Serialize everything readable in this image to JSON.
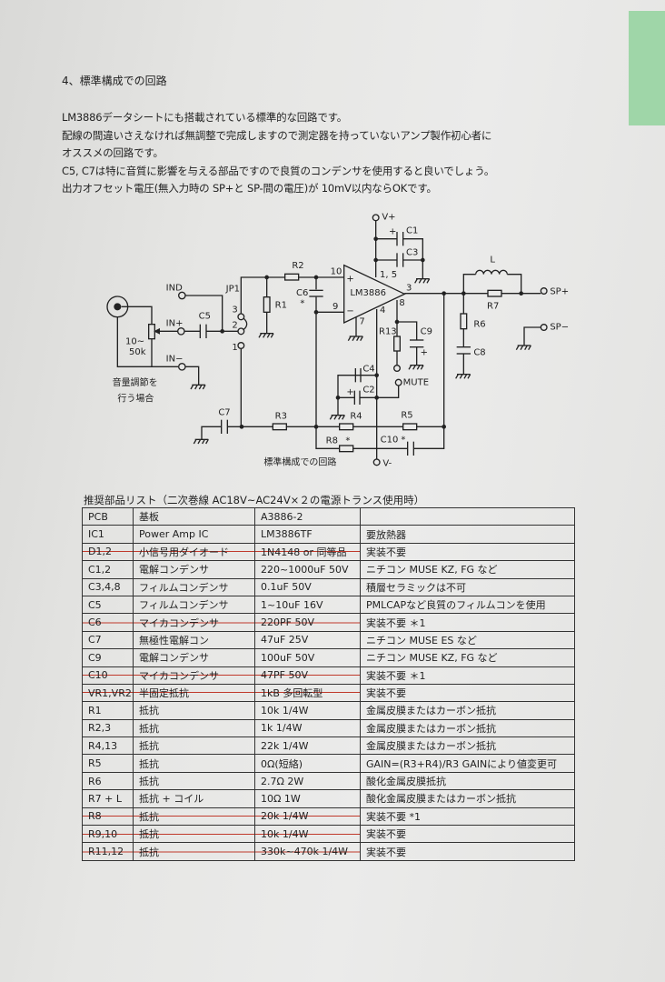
{
  "heading": "4、標準構成での回路",
  "paragraphs": [
    "LM3886データシートにも搭載されている標準的な回路です。",
    "配線の間違いさえなければ無調整で完成しますので測定器を持っていないアンプ製作初心者に",
    "オススメの回路です。",
    "C5, C7は特に音質に影響を与える部品ですので良質のコンデンサを使用すると良いでしょう。",
    "出力オフセット電圧(無入力時の SP+と SP-間の電圧)が 10mV以内ならOKです。"
  ],
  "schematic": {
    "caption": "標準構成での回路",
    "labels": {
      "vplus": "V+",
      "vminus": "V-",
      "c1": "C1",
      "c3": "C3",
      "pins15": "1, 5",
      "r2": "R2",
      "pin10": "10",
      "c6": "C6",
      "c6star": "*",
      "ic": "LM3886",
      "pin3": "3",
      "pin9": "9",
      "pin8": "8",
      "pin4": "4",
      "pin7": "7",
      "plus": "+",
      "minus": "−",
      "ind": "IND",
      "jp1": "JP1",
      "jp3": "3",
      "jp2": "2",
      "jp1pin": "1",
      "r1": "R1",
      "inplus": "IN+",
      "c5": "C5",
      "inminus": "IN−",
      "pot1": "10~",
      "pot2": "50k",
      "vol1": "音量調節を",
      "vol2": "行う場合",
      "r13": "R13",
      "c9": "C9",
      "c9plus": "+",
      "c4": "C4",
      "c2": "C2",
      "c2plus": "+",
      "mute": "MUTE",
      "c7": "C7",
      "r3": "R3",
      "r4": "R4",
      "r5": "R5",
      "r8": "R8",
      "r8star": "*",
      "c10": "C10",
      "c10star": "*",
      "l": "L",
      "r7": "R7",
      "r6": "R6",
      "c8": "C8",
      "spplus": "SP+",
      "spminus": "SP−",
      "c1plus": "+"
    }
  },
  "parts_list": {
    "caption": "推奨部品リスト（二次巻線 AC18V~AC24V×２の電源トランス使用時）",
    "rows": [
      {
        "ref": "PCB",
        "type": "基板",
        "value": "A3886-2",
        "note": "",
        "struck": false
      },
      {
        "ref": "IC1",
        "type": "Power Amp IC",
        "value": "LM3886TF",
        "note": "要放熱器",
        "struck": false
      },
      {
        "ref": "D1,2",
        "type": "小信号用ダイオード",
        "value": "1N4148 or 同等品",
        "note": "実装不要",
        "struck": true
      },
      {
        "ref": "C1,2",
        "type": "電解コンデンサ",
        "value": "220~1000uF 50V",
        "note": "ニチコン MUSE KZ, FG など",
        "struck": false
      },
      {
        "ref": "C3,4,8",
        "type": "フィルムコンデンサ",
        "value": "0.1uF 50V",
        "note": "積層セラミックは不可",
        "struck": false
      },
      {
        "ref": "C5",
        "type": "フィルムコンデンサ",
        "value": "1~10uF 16V",
        "note": "PMLCAPなど良質のフィルムコンを使用",
        "struck": false
      },
      {
        "ref": "C6",
        "type": "マイカコンデンサ",
        "value": "220PF 50V",
        "note": "実装不要 ＊1",
        "struck": true
      },
      {
        "ref": "C7",
        "type": "無極性電解コン",
        "value": "47uF 25V",
        "note": "ニチコン MUSE ES など",
        "struck": false
      },
      {
        "ref": "C9",
        "type": "電解コンデンサ",
        "value": "100uF 50V",
        "note": "ニチコン MUSE KZ, FG など",
        "struck": false
      },
      {
        "ref": "C10",
        "type": "マイカコンデンサ",
        "value": "47PF 50V",
        "note": "実装不要 ＊1",
        "struck": true
      },
      {
        "ref": "VR1,VR2",
        "type": "半固定抵抗",
        "value": "1kB 多回転型",
        "note": "実装不要",
        "struck": true
      },
      {
        "ref": "R1",
        "type": "抵抗",
        "value": "10k 1/4W",
        "note": "金属皮膜またはカーボン抵抗",
        "struck": false
      },
      {
        "ref": "R2,3",
        "type": "抵抗",
        "value": "1k  1/4W",
        "note": "金属皮膜またはカーボン抵抗",
        "struck": false
      },
      {
        "ref": "R4,13",
        "type": "抵抗",
        "value": "22k 1/4W",
        "note": "金属皮膜またはカーボン抵抗",
        "struck": false
      },
      {
        "ref": "R5",
        "type": "抵抗",
        "value": "0Ω(短絡)",
        "note": "GAIN=(R3+R4)/R3  GAINにより値変更可",
        "struck": false
      },
      {
        "ref": "R6",
        "type": "抵抗",
        "value": "2.7Ω 2W",
        "note": "酸化金属皮膜抵抗",
        "struck": false
      },
      {
        "ref": "R7 + L",
        "type": "抵抗 + コイル",
        "value": "10Ω  1W",
        "note": "酸化金属皮膜またはカーボン抵抗",
        "struck": false
      },
      {
        "ref": "R8",
        "type": "抵抗",
        "value": "20k 1/4W",
        "note": "実装不要 *1",
        "struck": true
      },
      {
        "ref": "R9,10",
        "type": "抵抗",
        "value": "10k 1/4W",
        "note": "実装不要",
        "struck": true
      },
      {
        "ref": "R11,12",
        "type": "抵抗",
        "value": "330k~470k 1/4W",
        "note": "実装不要",
        "struck": true
      }
    ]
  },
  "colors": {
    "strike": "#c0392b",
    "tab": "#9fd6a8"
  }
}
